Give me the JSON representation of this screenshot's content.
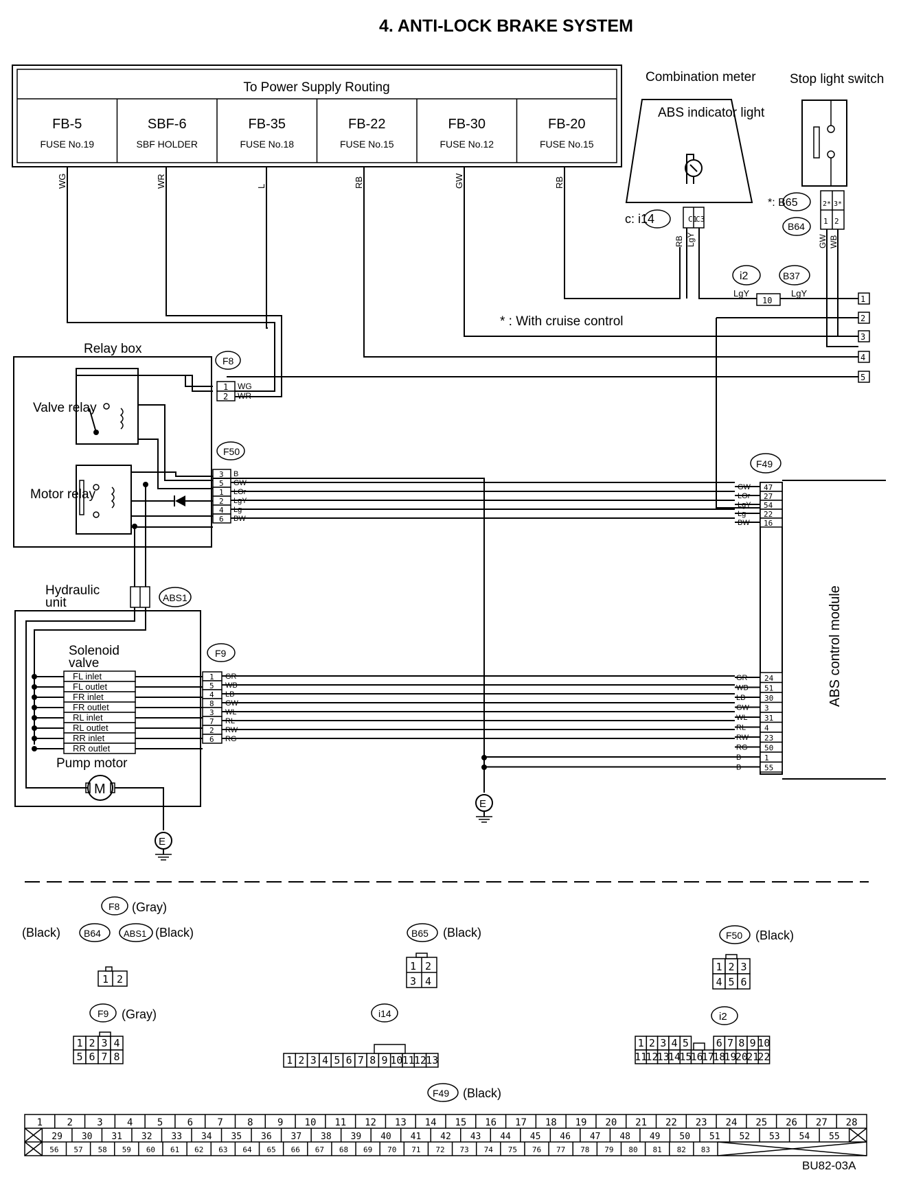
{
  "title": "4.  ANTI-LOCK BRAKE SYSTEM",
  "power_supply": {
    "header": "To Power Supply Routing",
    "fuses": [
      {
        "name": "FB-5",
        "sub": "FUSE No.19",
        "wire": "WG"
      },
      {
        "name": "SBF-6",
        "sub": "SBF HOLDER",
        "wire": "WR"
      },
      {
        "name": "FB-35",
        "sub": "FUSE No.18",
        "wire": "L"
      },
      {
        "name": "FB-22",
        "sub": "FUSE No.15",
        "wire": "RB"
      },
      {
        "name": "FB-30",
        "sub": "FUSE No.12",
        "wire": "GW"
      },
      {
        "name": "FB-20",
        "sub": "FUSE No.15",
        "wire": "RB"
      }
    ]
  },
  "combination_meter": {
    "label": "Combination meter",
    "indicator": "ABS indicator light",
    "connector": "c: i14",
    "pins": [
      "C1",
      "C3"
    ],
    "wires": [
      "RB",
      "LgY"
    ]
  },
  "stop_light": {
    "label": "Stop light switch",
    "connectors": [
      "*: B65",
      "B64"
    ],
    "pins": [
      "1",
      "2",
      "2*",
      "3*"
    ],
    "wires": [
      "GW",
      "WB"
    ]
  },
  "middle": {
    "i2": "i2",
    "b37": "B37",
    "lgy_left": "LgY",
    "lgy_right": "LgY",
    "pin10": "10",
    "note": "* : With cruise control",
    "terminals": [
      "1",
      "2",
      "3",
      "4",
      "5"
    ]
  },
  "relay_box": {
    "label": "Relay box",
    "valve_relay": "Valve relay",
    "motor_relay": "Motor relay",
    "f8": "F8",
    "f8_pins": [
      {
        "pin": "1",
        "wire": "WG"
      },
      {
        "pin": "2",
        "wire": "WR"
      }
    ],
    "f50": "F50",
    "f50_pins": [
      {
        "pin": "3",
        "wire": "B"
      },
      {
        "pin": "5",
        "wire": "GW"
      },
      {
        "pin": "1",
        "wire": "LOr"
      },
      {
        "pin": "2",
        "wire": "LgY"
      },
      {
        "pin": "4",
        "wire": "Lg"
      },
      {
        "pin": "6",
        "wire": "BW"
      }
    ]
  },
  "abs_module": {
    "label": "ABS control module",
    "f49": "F49",
    "upper_pins": [
      {
        "pin": "47",
        "wire": "GW"
      },
      {
        "pin": "27",
        "wire": "LOr"
      },
      {
        "pin": "54",
        "wire": "LgY"
      },
      {
        "pin": "22",
        "wire": "Lg"
      },
      {
        "pin": "16",
        "wire": "BW"
      }
    ],
    "lower_pins": [
      {
        "pin": "24",
        "wire": "GR"
      },
      {
        "pin": "51",
        "wire": "WB"
      },
      {
        "pin": "30",
        "wire": "LB"
      },
      {
        "pin": "3",
        "wire": "GW"
      },
      {
        "pin": "31",
        "wire": "WL"
      },
      {
        "pin": "4",
        "wire": "RL"
      },
      {
        "pin": "23",
        "wire": "RW"
      },
      {
        "pin": "50",
        "wire": "RG"
      },
      {
        "pin": "1",
        "wire": "B"
      },
      {
        "pin": "55",
        "wire": "B"
      }
    ]
  },
  "hydraulic": {
    "label": "Hydraulic unit",
    "abs1": "ABS1",
    "solenoid": "Solenoid valve",
    "valves": [
      "FL inlet",
      "FL outlet",
      "FR inlet",
      "FR outlet",
      "RL inlet",
      "RL outlet",
      "RR inlet",
      "RR outlet"
    ],
    "pump": "Pump motor",
    "f9": "F9",
    "f9_pins": [
      {
        "pin": "1",
        "wire": "GR"
      },
      {
        "pin": "5",
        "wire": "WB"
      },
      {
        "pin": "4",
        "wire": "LB"
      },
      {
        "pin": "8",
        "wire": "GW"
      },
      {
        "pin": "3",
        "wire": "WL"
      },
      {
        "pin": "7",
        "wire": "RL"
      },
      {
        "pin": "2",
        "wire": "RW"
      },
      {
        "pin": "6",
        "wire": "RG"
      }
    ],
    "ground": "E"
  },
  "legend": {
    "f8": "F8",
    "f8_color": "(Gray)",
    "black1": "(Black)",
    "b64": "B64",
    "abs1": "ABS1",
    "black2": "(Black)",
    "b65": "B65",
    "b65_color": "(Black)",
    "f50": "F50",
    "f50_color": "(Black)",
    "f9": "F9",
    "f9_color": "(Gray)",
    "i14": "i14",
    "i2": "i2",
    "f49": "F49",
    "f49_color": "(Black)"
  },
  "code": "BU82-03A",
  "colors": {
    "ink": "#000000",
    "paper": "#ffffff"
  }
}
